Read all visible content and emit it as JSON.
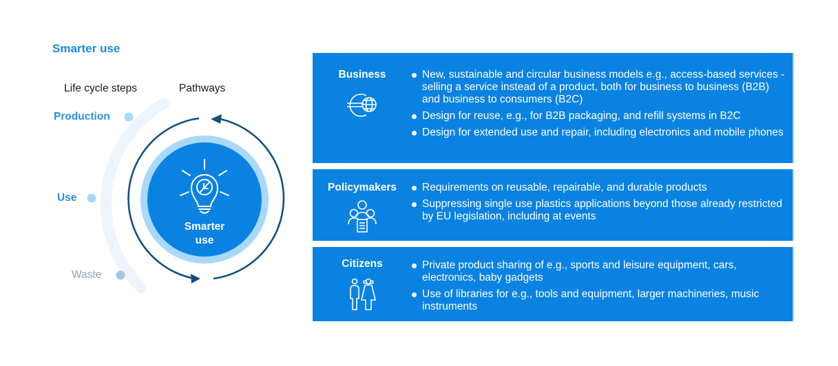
{
  "title": "Smarter use",
  "headers": {
    "life_cycle_steps": "Life cycle steps",
    "pathways": "Pathways"
  },
  "life_cycle": [
    {
      "label": "Production",
      "state": "active"
    },
    {
      "label": "Use",
      "state": "active"
    },
    {
      "label": "Waste",
      "state": "inactive"
    }
  ],
  "center": {
    "line1": "Smarter",
    "line2": "use",
    "icon": "lightbulb-leaf-icon"
  },
  "pathways": [
    {
      "label": "Business",
      "icon": "euro-globe-icon",
      "bullets": [
        "New, sustainable and circular business models e.g., access-based services - selling a service instead of a product, both for business to business (B2B) and business to consumers (B2C)",
        "Design for reuse, e.g., for B2B packaging, and refill systems in B2C",
        "Design for extended use and repair, including electronics and mobile phones"
      ]
    },
    {
      "label": "Policymakers",
      "icon": "group-document-icon",
      "bullets": [
        "Requirements on reusable, repairable, and durable products",
        "Suppressing single use plastics applications beyond those already restricted by EU legislation, including at events"
      ]
    },
    {
      "label": "Citizens",
      "icon": "man-woman-icon",
      "bullets": [
        "Private product sharing of e.g., sports and leisure equipment, cars, electronics, baby gadgets",
        "Use of libraries for e.g., tools and equipment, larger machineries, music instruments"
      ]
    }
  ],
  "colors": {
    "title": "#1a8ae5",
    "box_fill": "#0a82e2",
    "box_edge": "#9fd1fb",
    "center_disc": "#0a82e2",
    "center_ring": "#a9d8fb",
    "cycle_arrow": "#12507f",
    "lifecycle_track": "#eef4fb",
    "dot_active": "#a9d8fb",
    "dot_inactive": "#aac3dc"
  }
}
